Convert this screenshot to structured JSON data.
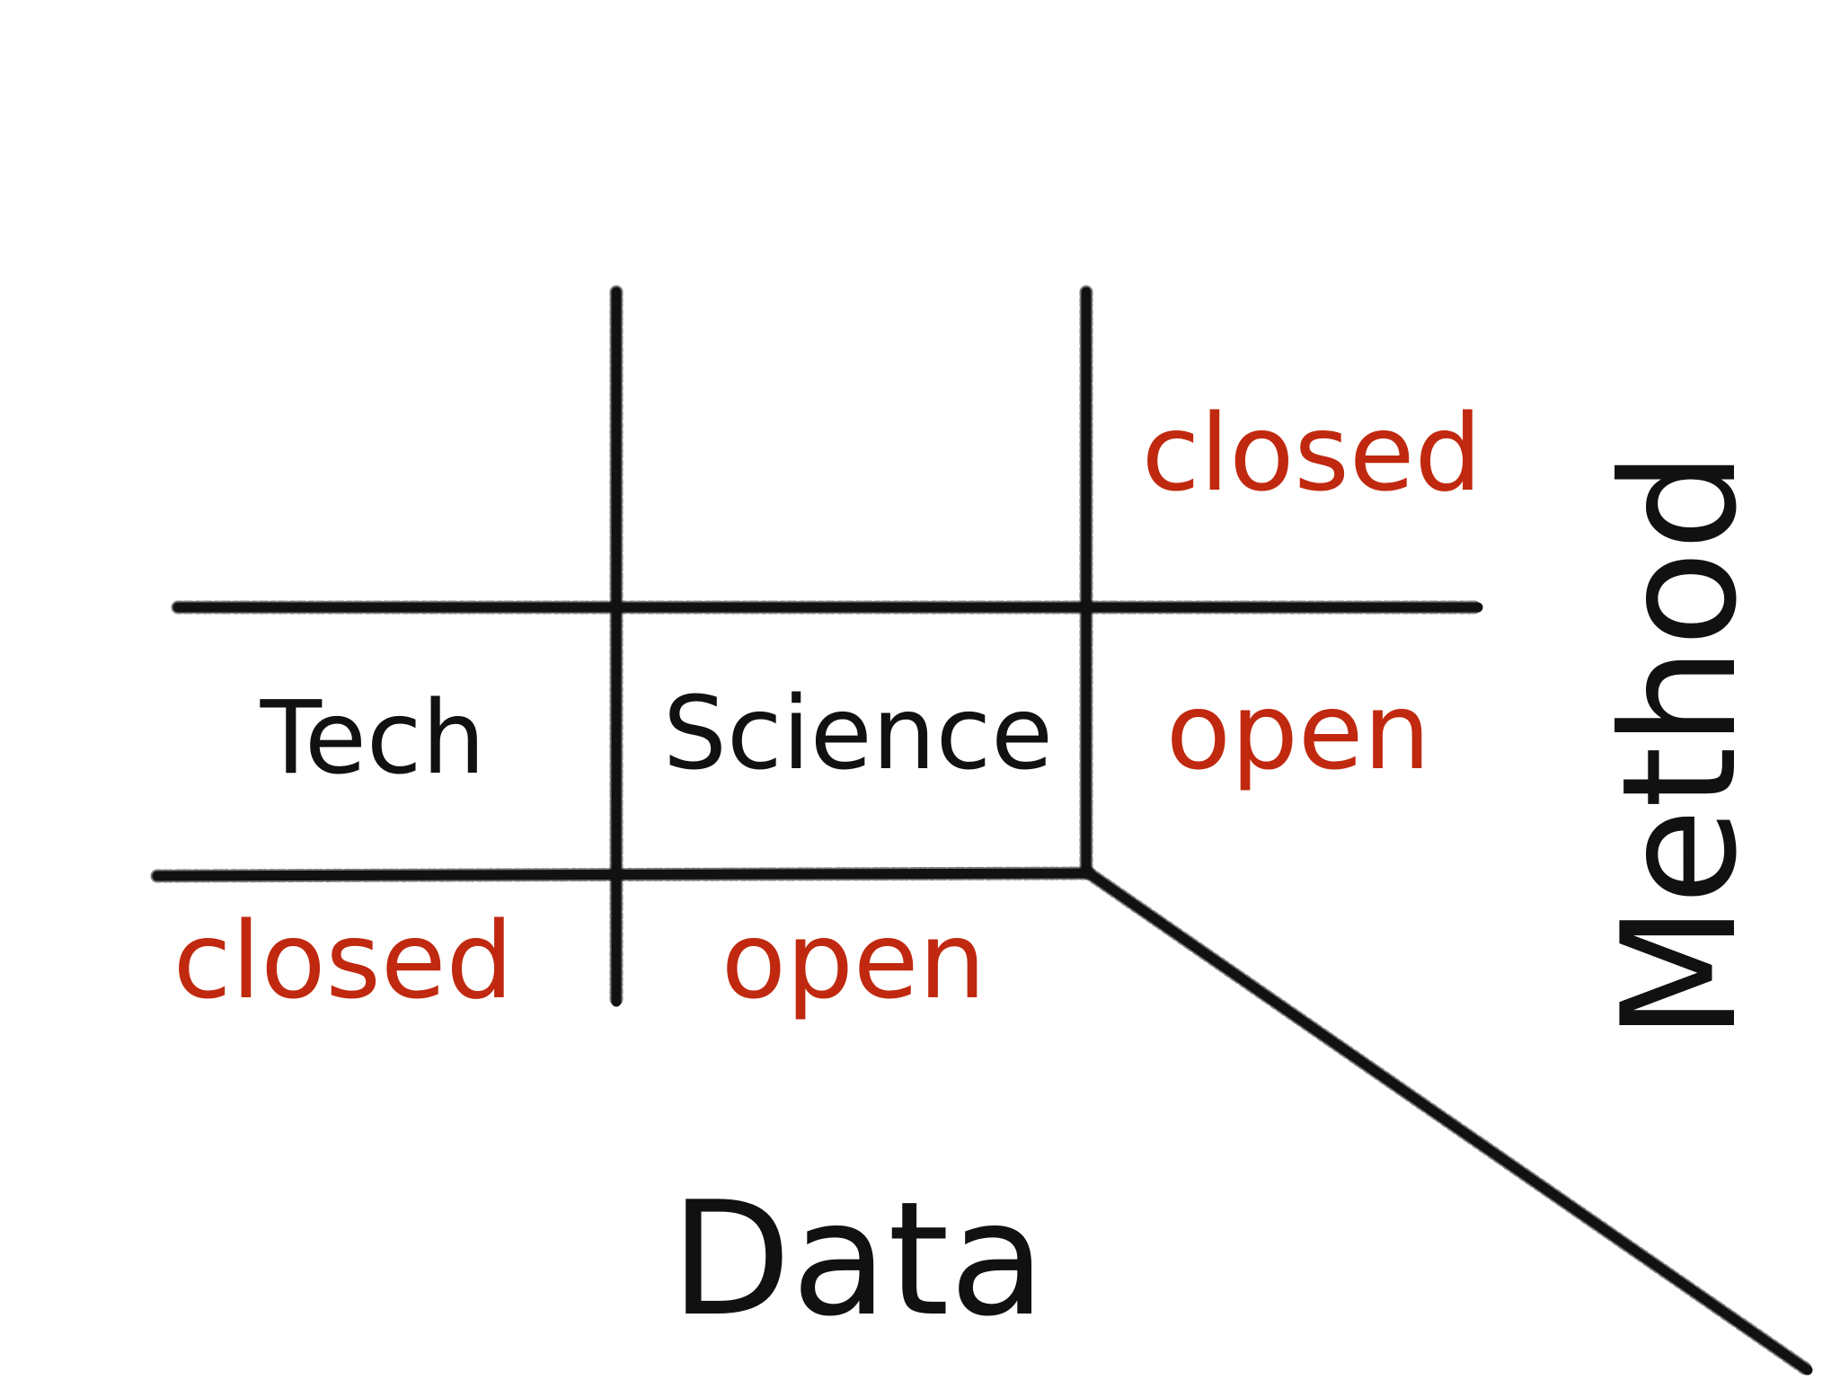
{
  "colors": {
    "ink": "#111111",
    "accent": "#c0290f",
    "background": "#ffffff"
  },
  "diagram": {
    "row_label_tech": "Tech",
    "row_label_science": "Science",
    "method_closed": "closed",
    "method_open": "open",
    "data_closed": "closed",
    "data_open": "open",
    "axis_method": "Method",
    "axis_data": "Data"
  }
}
